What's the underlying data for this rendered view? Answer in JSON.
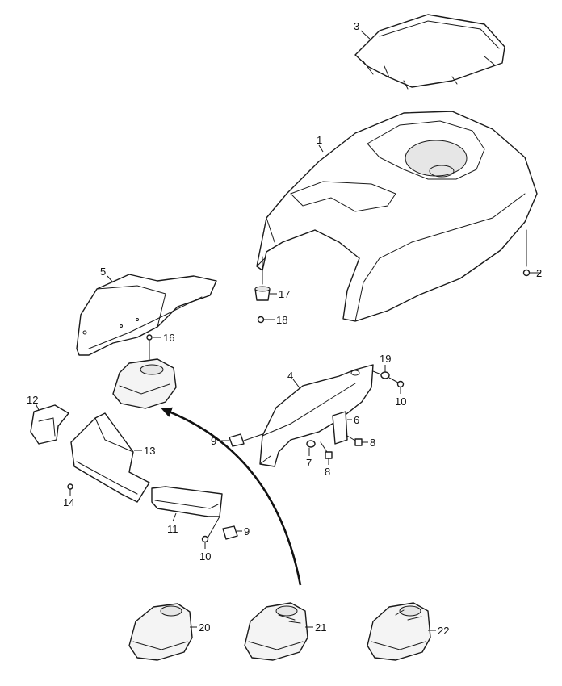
{
  "colors": {
    "line": "#1a1a1a",
    "shade": "#e6e6e6",
    "background": "#ffffff"
  },
  "callouts": {
    "c1": "1",
    "c2": "2",
    "c3": "3",
    "c4": "4",
    "c5": "5",
    "c6": "6",
    "c7": "7",
    "c8a": "8",
    "c8b": "8",
    "c9a": "9",
    "c9b": "9",
    "c10a": "10",
    "c10b": "10",
    "c11": "11",
    "c12": "12",
    "c13": "13",
    "c14": "14",
    "c16": "16",
    "c17": "17",
    "c18": "18",
    "c19": "19",
    "c20": "20",
    "c21": "21",
    "c22": "22"
  }
}
